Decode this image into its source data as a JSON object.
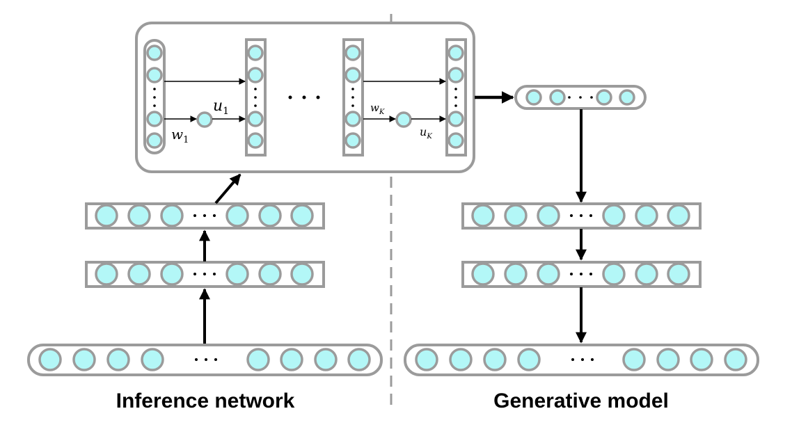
{
  "sections": {
    "inference": "Inference network",
    "generative": "Generative model"
  },
  "flow_labels": {
    "w1": {
      "base": "w",
      "sub": "1"
    },
    "u1": {
      "base": "u",
      "sub": "1"
    },
    "wK": {
      "base": "w",
      "sub": "K"
    },
    "uK": {
      "base": "u",
      "sub": "K"
    }
  },
  "colors": {
    "neuron_fill": "#b3f7f7",
    "outline": "#9b9b9b",
    "arrow": "#000000"
  }
}
